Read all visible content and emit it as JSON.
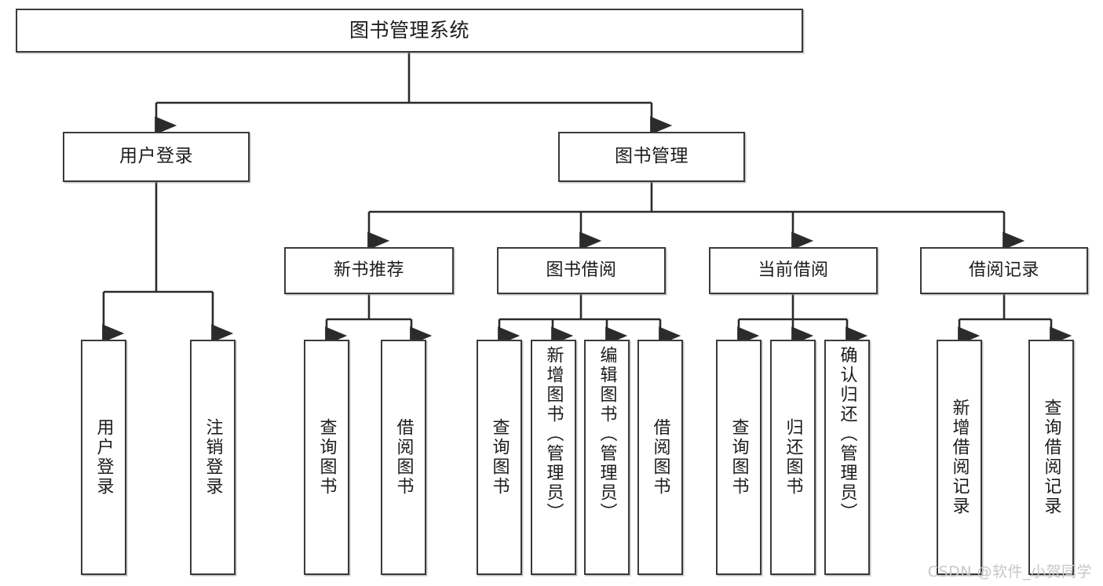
{
  "diagram": {
    "title": "图书管理系统",
    "type": "hierarchy-tree",
    "orientation": "top-down",
    "colors": {
      "box_border": "#3a3a3a",
      "box_fill": "#ffffff",
      "edge": "#2b2b2b",
      "text": "#1c1c1c",
      "watermark": "#c7c7c7",
      "background": "#ffffff"
    }
  },
  "root": {
    "label": "图书管理系统"
  },
  "level1": [
    {
      "label": "用户登录"
    },
    {
      "label": "图书管理"
    }
  ],
  "level2": [
    {
      "label": "新书推荐"
    },
    {
      "label": "图书借阅"
    },
    {
      "label": "当前借阅"
    },
    {
      "label": "借阅记录"
    }
  ],
  "leaves": {
    "user_login": [
      {
        "label": "用户登录"
      },
      {
        "label": "注销登录"
      }
    ],
    "new_book_recommend": [
      {
        "label": "查询图书"
      },
      {
        "label": "借阅图书"
      }
    ],
    "book_borrow": [
      {
        "label": "查询图书"
      },
      {
        "label": "新增图书（管理员）"
      },
      {
        "label": "编辑图书（管理员）"
      },
      {
        "label": "借阅图书"
      }
    ],
    "current_borrow": [
      {
        "label": "查询图书"
      },
      {
        "label": "归还图书"
      },
      {
        "label": "确认归还（管理员）"
      }
    ],
    "borrow_record": [
      {
        "label": "新增借阅记录"
      },
      {
        "label": "查询借阅记录"
      }
    ]
  },
  "watermark": {
    "text": "CSDN @软件_小贺同学"
  }
}
